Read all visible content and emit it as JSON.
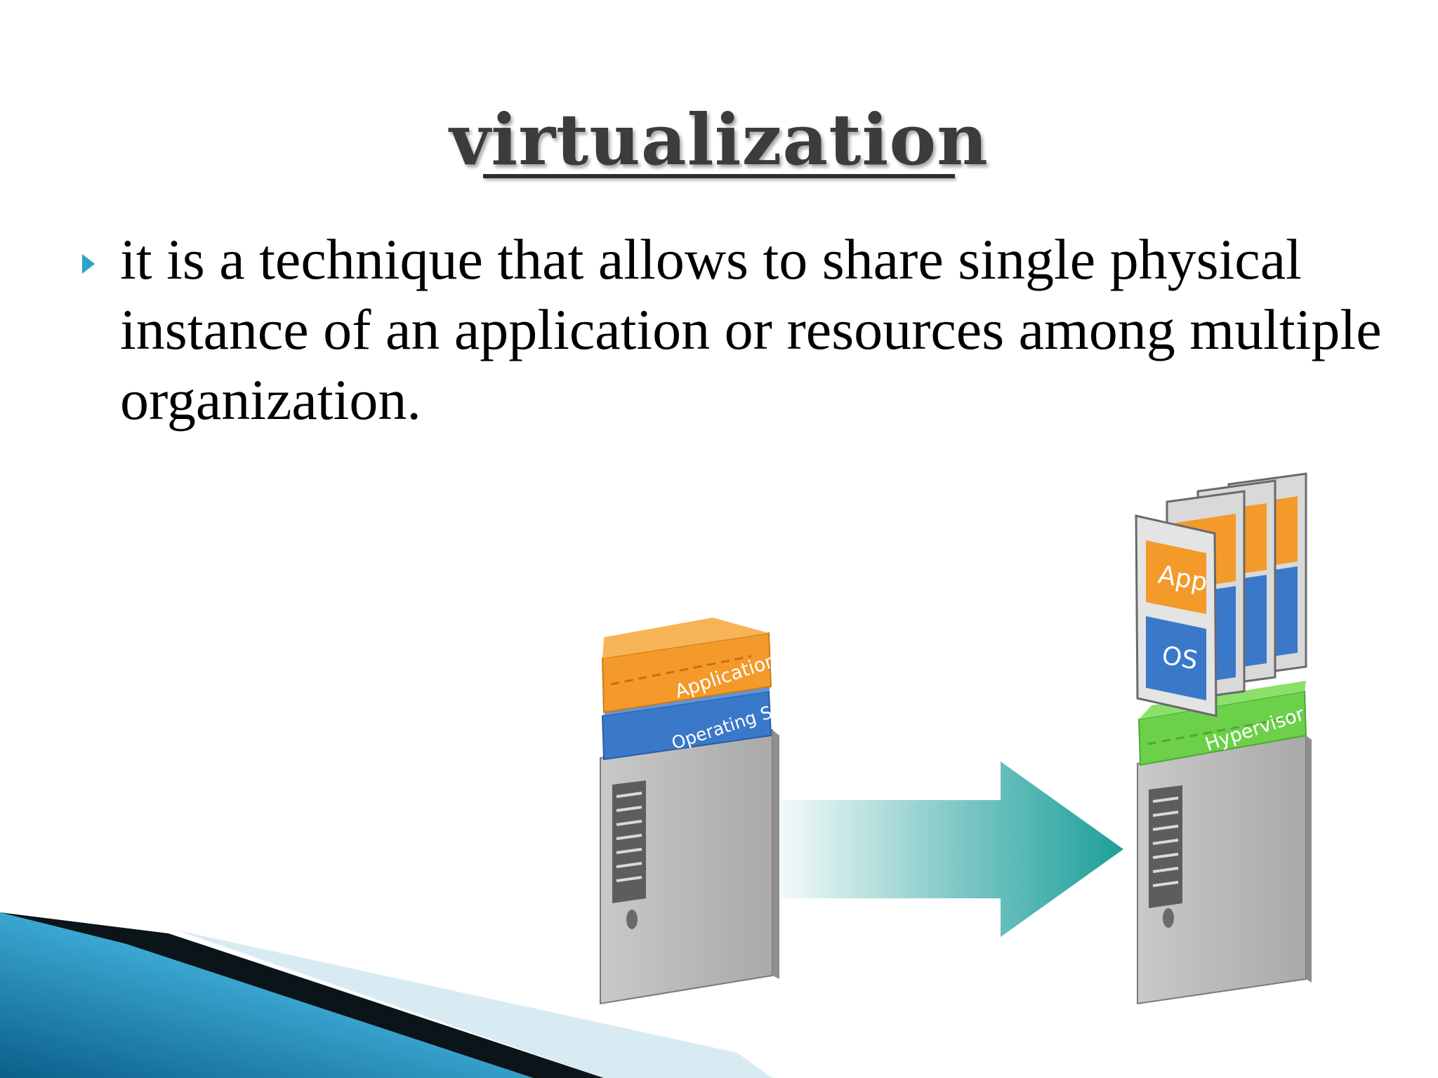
{
  "slide": {
    "title": "virtualization",
    "bullet": "it is a technique that allows to share single physical instance of an application or resources among multiple organization."
  },
  "diagram": {
    "left_stack": {
      "top_layer": "Applications",
      "bottom_layer": "Operating System"
    },
    "right_stack": {
      "vm_app_label": "App",
      "vm_os_label": "OS",
      "hypervisor_label": "Hypervisor"
    }
  },
  "colors": {
    "orange": "#f39a2b",
    "blue": "#3a78c9",
    "green": "#6cd04a",
    "arrow": "#1e9f9a",
    "server_gray": "#b8b8b8",
    "bullet": "#2fa3c7"
  }
}
